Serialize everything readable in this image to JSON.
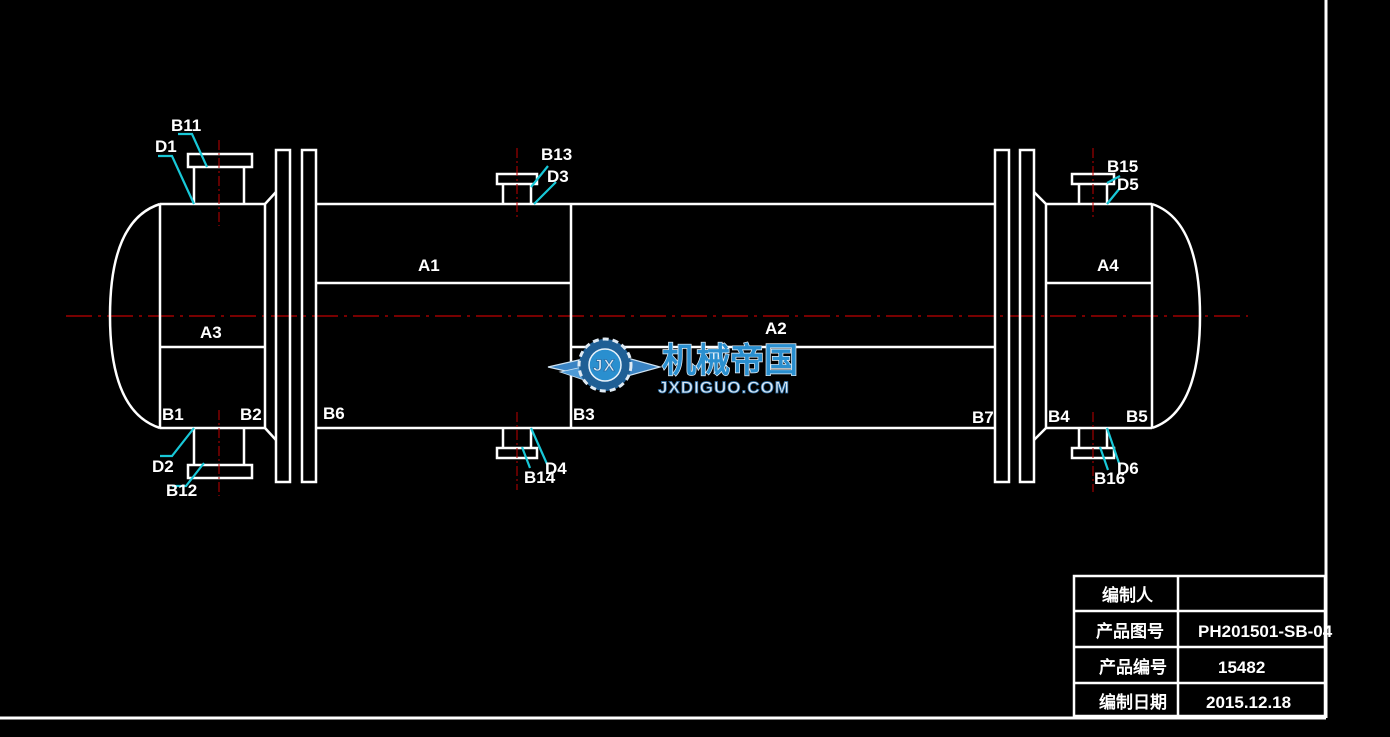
{
  "colors": {
    "background": "#000000",
    "outline": "#ffffff",
    "center_line": "#c00000",
    "leader": "#18c8d8",
    "watermark": "#2a8fcf"
  },
  "labels": {
    "A1": "A1",
    "A2": "A2",
    "A3": "A3",
    "A4": "A4",
    "B1": "B1",
    "B2": "B2",
    "B3": "B3",
    "B4": "B4",
    "B5": "B5",
    "B6": "B6",
    "B7": "B7",
    "B11": "B11",
    "B12": "B12",
    "B13": "B13",
    "B14": "B14",
    "B15": "B15",
    "B16": "B16",
    "D1": "D1",
    "D2": "D2",
    "D3": "D3",
    "D4": "D4",
    "D5": "D5",
    "D6": "D6"
  },
  "watermark": {
    "text_cn": "机械帝国",
    "text_en": "JXDIGUO.COM",
    "badge": "JX"
  },
  "title_block": {
    "rows": [
      {
        "label": "编制人",
        "value": ""
      },
      {
        "label": "产品图号",
        "value": "PH201501-SB-04"
      },
      {
        "label": "产品编号",
        "value": "15482"
      },
      {
        "label": "编制日期",
        "value": "2015.12.18"
      }
    ]
  }
}
